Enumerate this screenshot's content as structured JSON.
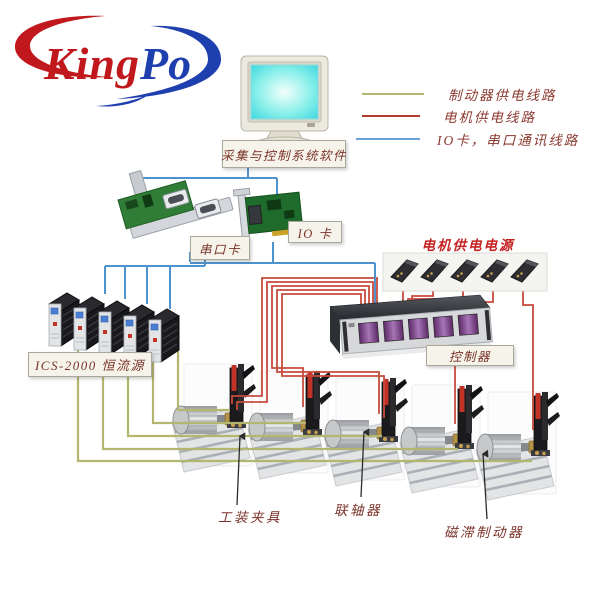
{
  "logo": {
    "part1": "King",
    "part2": "Po",
    "part1_color": "#c0181c",
    "part2_color": "#1e3fae"
  },
  "legend": {
    "items": [
      {
        "label": "制动器供电线路",
        "color": "#b2b66e"
      },
      {
        "label": "电机供电线路",
        "color": "#b03a2e"
      },
      {
        "label": "IO卡，串口通讯线路",
        "color": "#6aa2d8"
      }
    ]
  },
  "labels": {
    "software": "采集与控制系统软件",
    "serial_card": "串口卡",
    "io_card": "IO 卡",
    "motor_power": "电机供电电源",
    "current_source": "ICS-2000 恒流源",
    "controller": "控制器"
  },
  "callouts": {
    "fixture": "工装夹具",
    "coupling": "联轴器",
    "brake": "磁滞制动器"
  },
  "wire_colors": {
    "brake_supply": "#b2b66e",
    "motor_supply": "#c84b3d",
    "comm": "#4f93ce"
  }
}
